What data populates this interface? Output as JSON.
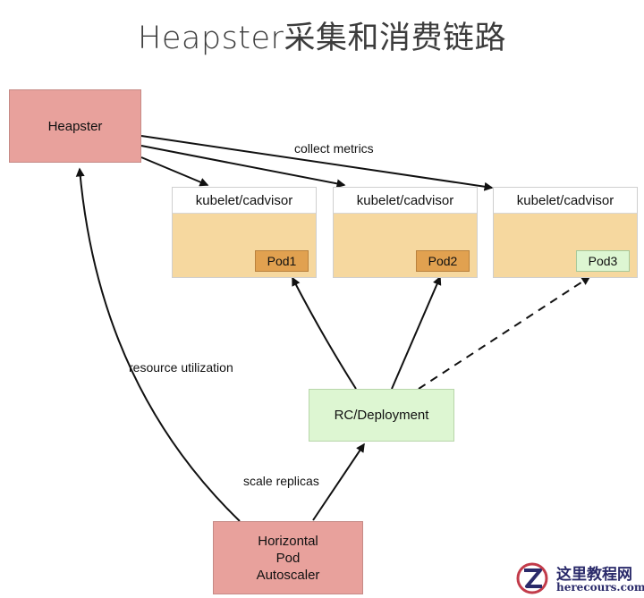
{
  "title": "Heapster采集和消费链路",
  "heapster": {
    "label": "Heapster"
  },
  "nodes": [
    {
      "header": "kubelet/cadvisor",
      "pod": "Pod1"
    },
    {
      "header": "kubelet/cadvisor",
      "pod": "Pod2"
    },
    {
      "header": "kubelet/cadvisor",
      "pod": "Pod3"
    }
  ],
  "deployment": {
    "label": "RC/Deployment"
  },
  "hpa": {
    "line1": "Horizontal",
    "line2": "Pod",
    "line3": "Autoscaler"
  },
  "edges": {
    "collect": "collect metrics",
    "resource": "resource utilization",
    "scale": "scale replicas"
  },
  "watermark": {
    "name_cn": "这里教程网",
    "domain": "herecours.com"
  },
  "colors": {
    "heapster_fill": "#e8a19c",
    "node_fill": "#f6d89f",
    "pod_active": "#e1a150",
    "pod_pending": "#ddf6d2",
    "deployment_fill": "#ddf6d2"
  }
}
